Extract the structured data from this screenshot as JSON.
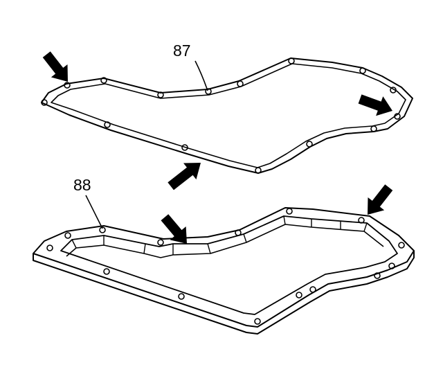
{
  "labels": {
    "upper_gasket": "87",
    "lower_cover": "88"
  },
  "colors": {
    "ink": "#000000",
    "paper": "#ffffff"
  },
  "arrow_count": 5
}
